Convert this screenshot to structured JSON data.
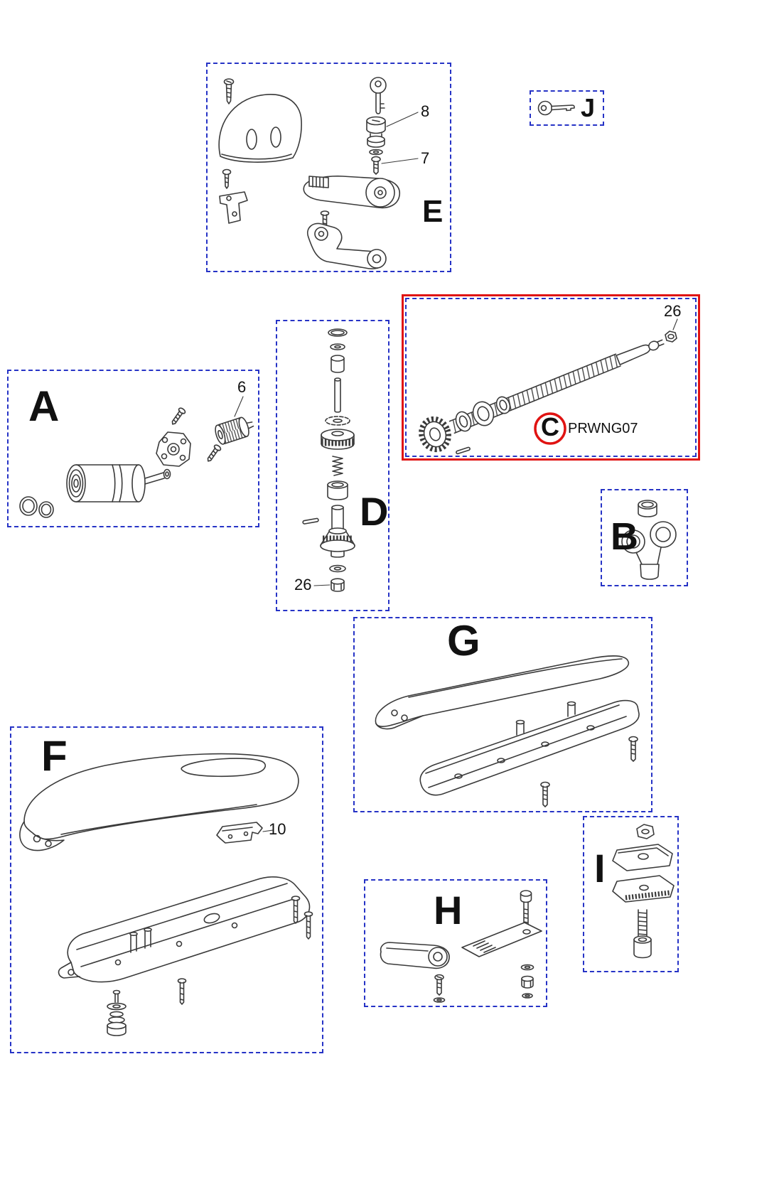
{
  "colors": {
    "section_border": "#2633c6",
    "highlight_border": "#e01312",
    "highlight_circle": "#e01312",
    "line_art": "#3a3a3a",
    "text": "#111111"
  },
  "sections": {
    "a": {
      "label": "A",
      "callouts": {
        "c6": "6"
      }
    },
    "b": {
      "label": "B"
    },
    "c": {
      "label": "C",
      "part_code": "PRWNG07",
      "callouts": {
        "c26": "26"
      },
      "highlighted": true
    },
    "d": {
      "label": "D",
      "callouts": {
        "c26": "26"
      }
    },
    "e": {
      "label": "E",
      "callouts": {
        "c8": "8",
        "c7": "7"
      }
    },
    "f": {
      "label": "F",
      "callouts": {
        "c10": "10"
      }
    },
    "g": {
      "label": "G"
    },
    "h": {
      "label": "H"
    },
    "i": {
      "label": "I"
    },
    "j": {
      "label": "J"
    }
  }
}
